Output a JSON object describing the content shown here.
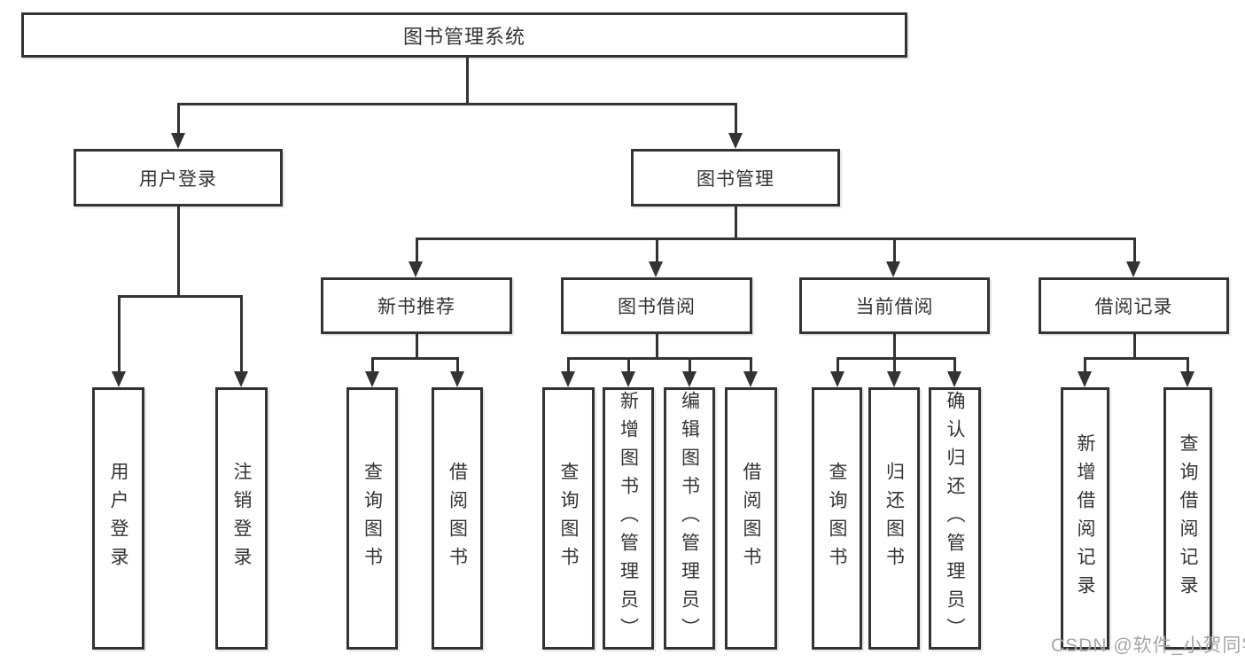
{
  "title": {
    "label": "图书管理系统"
  },
  "level2": [
    {
      "label": "用户登录"
    },
    {
      "label": "图书管理"
    }
  ],
  "level3": [
    {
      "label": "新书推荐"
    },
    {
      "label": "图书借阅"
    },
    {
      "label": "当前借阅"
    },
    {
      "label": "借阅记录"
    }
  ],
  "leaves": [
    {
      "label": "用户登录"
    },
    {
      "label": "注销登录"
    },
    {
      "label": "查询图书"
    },
    {
      "label": "借阅图书"
    },
    {
      "label": "查询图书"
    },
    {
      "label": "新增图书（管理员）"
    },
    {
      "label": "编辑图书（管理员）"
    },
    {
      "label": "借阅图书"
    },
    {
      "label": "查询图书"
    },
    {
      "label": "归还图书"
    },
    {
      "label": "确认归还（管理员）"
    },
    {
      "label": "新增借阅记录"
    },
    {
      "label": "查询借阅记录"
    }
  ],
  "watermark": {
    "label": "CSDN @软件_小贺同学"
  },
  "colors": {
    "line": "#333333",
    "text": "#333333",
    "watermark": "#a6a6a6",
    "background": "#ffffff"
  }
}
